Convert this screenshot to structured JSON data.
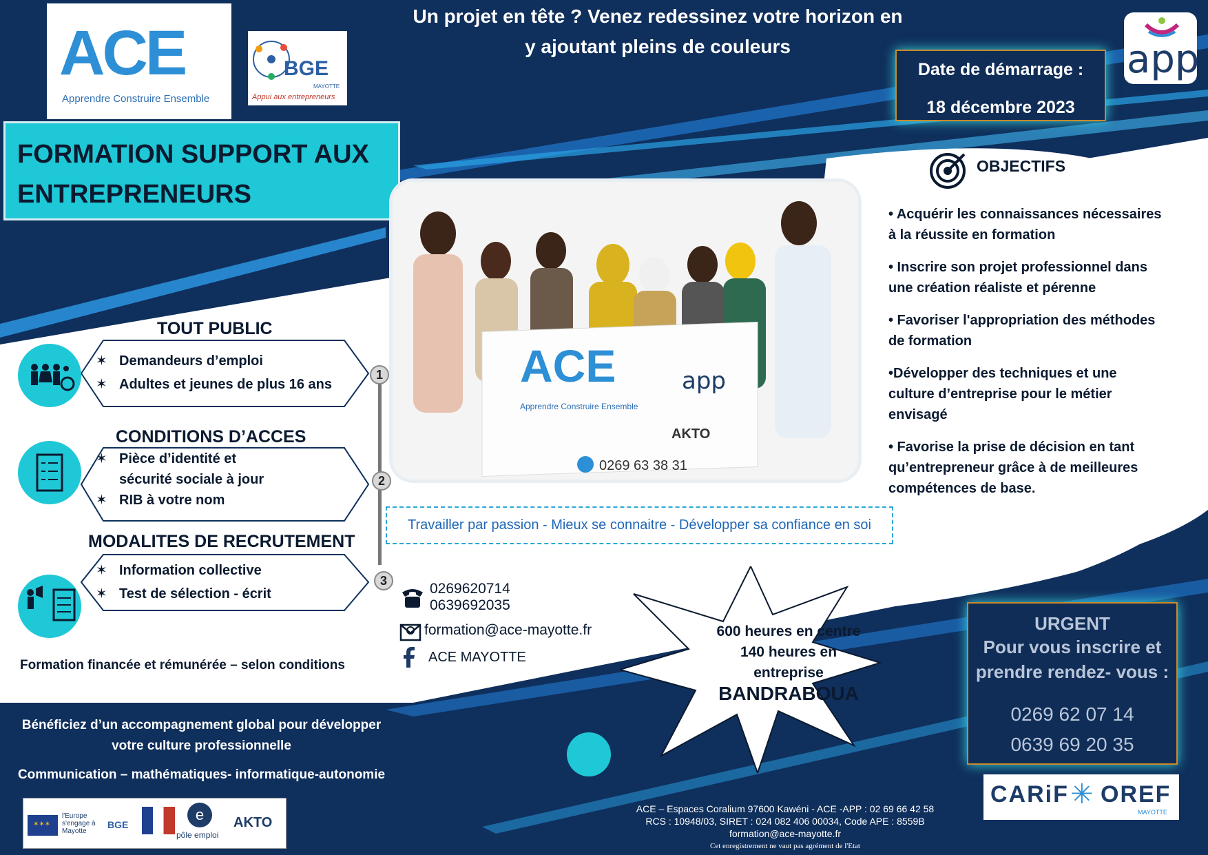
{
  "headline": {
    "line1": "Un projet en tête ? Venez redessinez votre horizon en",
    "line2": "y ajoutant pleins de couleurs"
  },
  "logos": {
    "ace": {
      "name": "ACE",
      "subtitle": "Apprendre Construire Ensemble"
    },
    "bge": {
      "name": "BGE",
      "region": "MAYOTTE",
      "tagline": "Appui aux entrepreneurs"
    },
    "app": {
      "name": "app"
    },
    "carif": {
      "left": "CARiF",
      "right": "OREF",
      "region": "MAYOTTE"
    }
  },
  "start_date": {
    "label": "Date de démarrage :",
    "value": "18 décembre 2023"
  },
  "title": {
    "line1": "FORMATION SUPPORT AUX",
    "line2": "ENTREPRENEURS"
  },
  "photo": {
    "board_logo": "ACE",
    "board_subtitle": "Apprendre Construire Ensemble",
    "board_app": "app",
    "board_akto": "AKTO",
    "board_phone": "0269 63 38 31"
  },
  "sections": [
    {
      "number": "1",
      "title": "TOUT PUBLIC",
      "icon": "people-accessibility-icon",
      "items": [
        "Demandeurs d’emploi",
        "Adultes et jeunes de plus 16 ans"
      ]
    },
    {
      "number": "2",
      "title": "CONDITIONS D’ACCES",
      "icon": "checklist-icon",
      "items": [
        "Pièce d’identité et",
        "sécurité sociale à jour",
        "RIB à votre nom"
      ]
    },
    {
      "number": "3",
      "title": "MODALITES DE RECRUTEMENT",
      "icon": "presentation-checklist-icon",
      "items": [
        "Information collective",
        "Test de sélection - écrit"
      ]
    }
  ],
  "bullet_glyph": "✶",
  "financement": "Formation financée et rémunérée – selon conditions",
  "objectifs": {
    "title": "OBJECTIFS",
    "icon": "target-icon",
    "items": [
      "• Acquérir les connaissances nécessaires à la réussite en formation",
      "• Inscrire son projet professionnel dans une création réaliste et pérenne",
      "• Favoriser l'appropriation des méthodes de formation",
      "•Développer des techniques et une culture d’entreprise pour le métier envisagé",
      "• Favorise la prise de décision en tant qu’entrepreneur grâce à de meilleures compétences de base."
    ]
  },
  "motto": "Travailler par passion - Mieux se connaitre - Développer sa confiance en soi",
  "contacts": {
    "phone1": "0269620714",
    "phone2": "0639692035",
    "email": "formation@ace-mayotte.fr",
    "facebook": "ACE MAYOTTE"
  },
  "hours": {
    "line1": "600 heures en centre",
    "line2": "140 heures en",
    "line3": "entreprise",
    "location": "BANDRABOUA"
  },
  "urgent": {
    "title": "URGENT",
    "line1": "Pour vous inscrire et",
    "line2": "prendre rendez- vous :",
    "phone1": "0269 62 07 14",
    "phone2": "0639 69 20 35"
  },
  "footer_left": {
    "line1": "Bénéficiez d’un accompagnement global pour développer",
    "line2": "votre culture professionnelle",
    "line3": "Communication – mathématiques- informatique-autonomie"
  },
  "partners": {
    "pole_emploi": "pôle emploi",
    "akto": "AKTO",
    "bge": "BGE",
    "europe": "l'Europe s'engage à Mayotte"
  },
  "address": {
    "line1": "ACE – Espaces Coralium 97600 Kawéni - ACE -APP : 02 69 66 42 58",
    "line2": "RCS : 10948/03, SIRET : 024 082 406 00034, Code APE : 8559B",
    "line3": "formation@ace-mayotte.fr",
    "line4": "Cet enregistrement ne vaut pas agrément de l'Etat"
  },
  "colors": {
    "navy": "#0f2f5c",
    "cyan": "#1fc8d6",
    "blue": "#2d8fd6",
    "orange": "#c98a2b"
  }
}
